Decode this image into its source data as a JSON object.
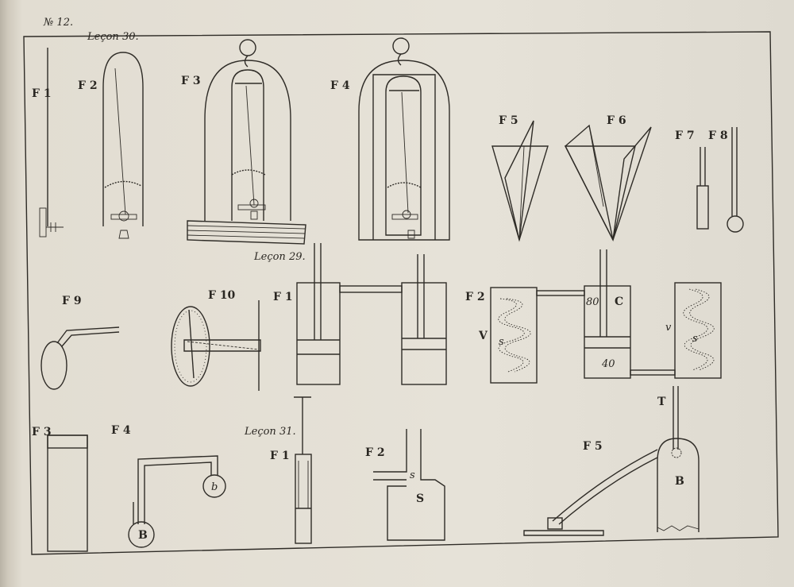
{
  "plate": {
    "number": "№ 12.",
    "lessons": {
      "l30": "Leçon 30.",
      "l29": "Leçon 29.",
      "l31": "Leçon 31."
    }
  },
  "figures": {
    "f1": "F 1",
    "f2": "F 2",
    "f3": "F 3",
    "f4": "F 4",
    "f5": "F 5",
    "f6": "F 6",
    "f7": "F 7",
    "f8": "F 8",
    "f9": "F 9",
    "f10": "F 10",
    "f1b": "F 1",
    "f2b": "F 2",
    "f3c": "F 3",
    "f4c": "F 4",
    "f1c": "F 1",
    "f2c": "F 2",
    "f5c": "F 5"
  },
  "letters": {
    "v_big": "V",
    "s_left": "s",
    "t80": "80",
    "c": "C",
    "t40": "40",
    "v_small": "v",
    "s_right": "s",
    "s_small": "s",
    "s_big": "S",
    "b_small": "b",
    "b_big": "B",
    "t": "T",
    "b_right": "B"
  },
  "colors": {
    "ink": "#2f2c27",
    "paper": "#e6e2d8"
  }
}
